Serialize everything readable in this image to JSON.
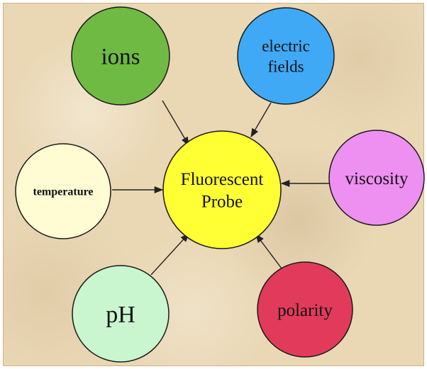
{
  "center": {
    "lines": [
      "Fluorescent",
      "Probe"
    ],
    "color": "#ffff33"
  },
  "nodes": [
    {
      "id": "ions",
      "lines": [
        "ions"
      ],
      "color": "#6fba43"
    },
    {
      "id": "electric-fields",
      "lines": [
        "electric",
        "fields"
      ],
      "color": "#3fa9f5"
    },
    {
      "id": "viscosity",
      "lines": [
        "viscosity"
      ],
      "color": "#ee8ff2"
    },
    {
      "id": "polarity",
      "lines": [
        "polarity"
      ],
      "color": "#e23a5b"
    },
    {
      "id": "ph",
      "lines": [
        "pH"
      ],
      "color": "#c9f5cf"
    },
    {
      "id": "temperature",
      "lines": [
        "temperature"
      ],
      "color": "#fffbd3"
    }
  ]
}
